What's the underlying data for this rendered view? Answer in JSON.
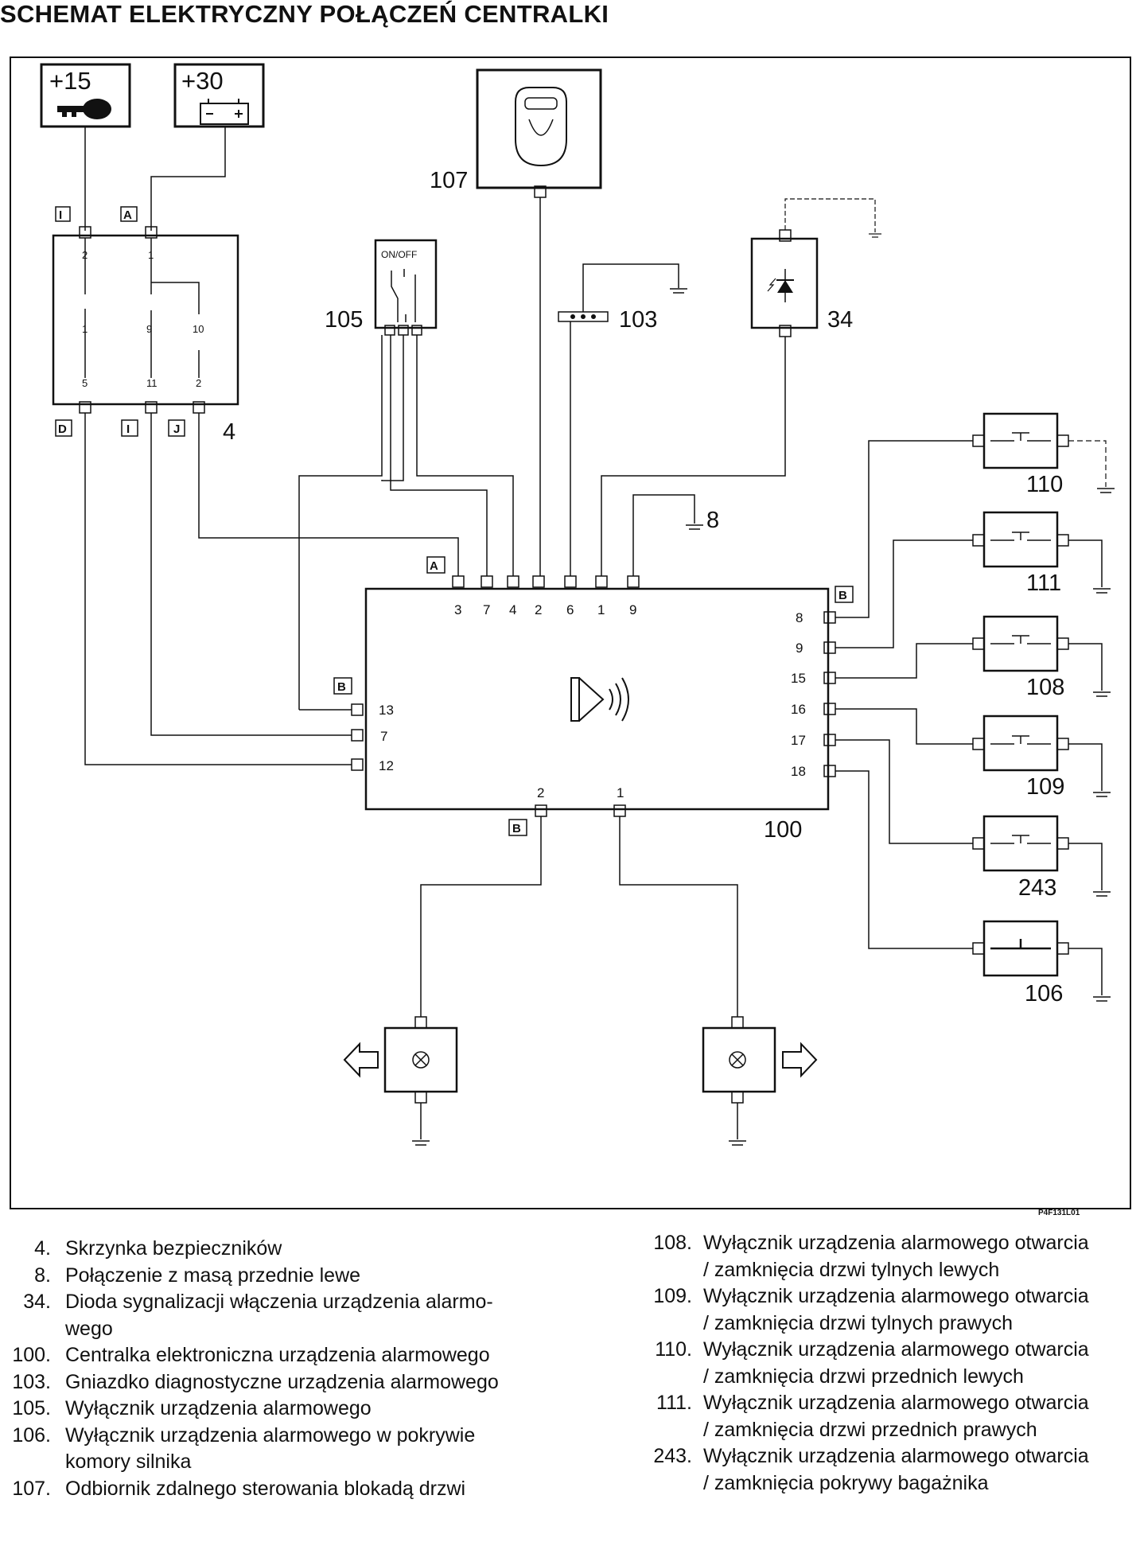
{
  "title": "SCHEMAT ELEKTRYCZNY POŁĄCZEŃ CENTRALKI",
  "figure_code": "P4F131L01",
  "supplies": [
    "+15",
    "+30"
  ],
  "connector_letters": {
    "I": "I",
    "A": "A",
    "D": "D",
    "J": "J",
    "B": "B"
  },
  "component_numbers": {
    "c4": "4",
    "c8": "8",
    "c34": "34",
    "c100": "100",
    "c103": "103",
    "c105": "105",
    "c106": "106",
    "c107": "107",
    "c108": "108",
    "c109": "109",
    "c110": "110",
    "c111": "111",
    "c243": "243"
  },
  "switch_label": "ON/OFF",
  "fusebox_pins": {
    "top_left": "2",
    "top_mid": "1",
    "fuse1": "1",
    "fuse2": "9",
    "fuse3": "10",
    "bot_left": "5",
    "bot_mid": "11",
    "bot_right": "2"
  },
  "ecu_pins": {
    "top": [
      "3",
      "7",
      "4",
      "2",
      "6",
      "1",
      "9"
    ],
    "left": [
      "13",
      "7",
      "12"
    ],
    "right": [
      "8",
      "9",
      "15",
      "16",
      "17",
      "18"
    ],
    "bottom": [
      "2",
      "1"
    ]
  },
  "legend_left": [
    {
      "num": "4.",
      "lines": [
        "Skrzynka bezpieczników"
      ]
    },
    {
      "num": "8.",
      "lines": [
        "Połączenie z masą przednie lewe"
      ]
    },
    {
      "num": "34.",
      "lines": [
        "Dioda sygnalizacji włączenia urządzenia alarmo-",
        "wego"
      ]
    },
    {
      "num": "100.",
      "lines": [
        "Centralka elektroniczna urządzenia alarmowego"
      ]
    },
    {
      "num": "103.",
      "lines": [
        "Gniazdko diagnostyczne urządzenia alarmowego"
      ]
    },
    {
      "num": "105.",
      "lines": [
        "Wyłącznik urządzenia alarmowego"
      ]
    },
    {
      "num": "106.",
      "lines": [
        "Wyłącznik urządzenia alarmowego w pokrywie",
        "komory silnika"
      ]
    },
    {
      "num": "107.",
      "lines": [
        "Odbiornik zdalnego sterowania blokadą drzwi"
      ]
    }
  ],
  "legend_right": [
    {
      "num": "108.",
      "lines": [
        "Wyłącznik urządzenia alarmowego otwarcia",
        "/ zamknięcia drzwi tylnych lewych"
      ]
    },
    {
      "num": "109.",
      "lines": [
        "Wyłącznik urządzenia alarmowego otwarcia",
        "/ zamknięcia drzwi tylnych prawych"
      ]
    },
    {
      "num": "110.",
      "lines": [
        "Wyłącznik urządzenia alarmowego otwarcia",
        "/ zamknięcia drzwi przednich lewych"
      ]
    },
    {
      "num": "111.",
      "lines": [
        "Wyłącznik urządzenia alarmowego otwarcia",
        "/ zamknięcia drzwi przednich prawych"
      ]
    },
    {
      "num": "243.",
      "lines": [
        "Wyłącznik urządzenia alarmowego otwarcia",
        "/ zamknięcia pokrywy bagażnika"
      ]
    }
  ]
}
